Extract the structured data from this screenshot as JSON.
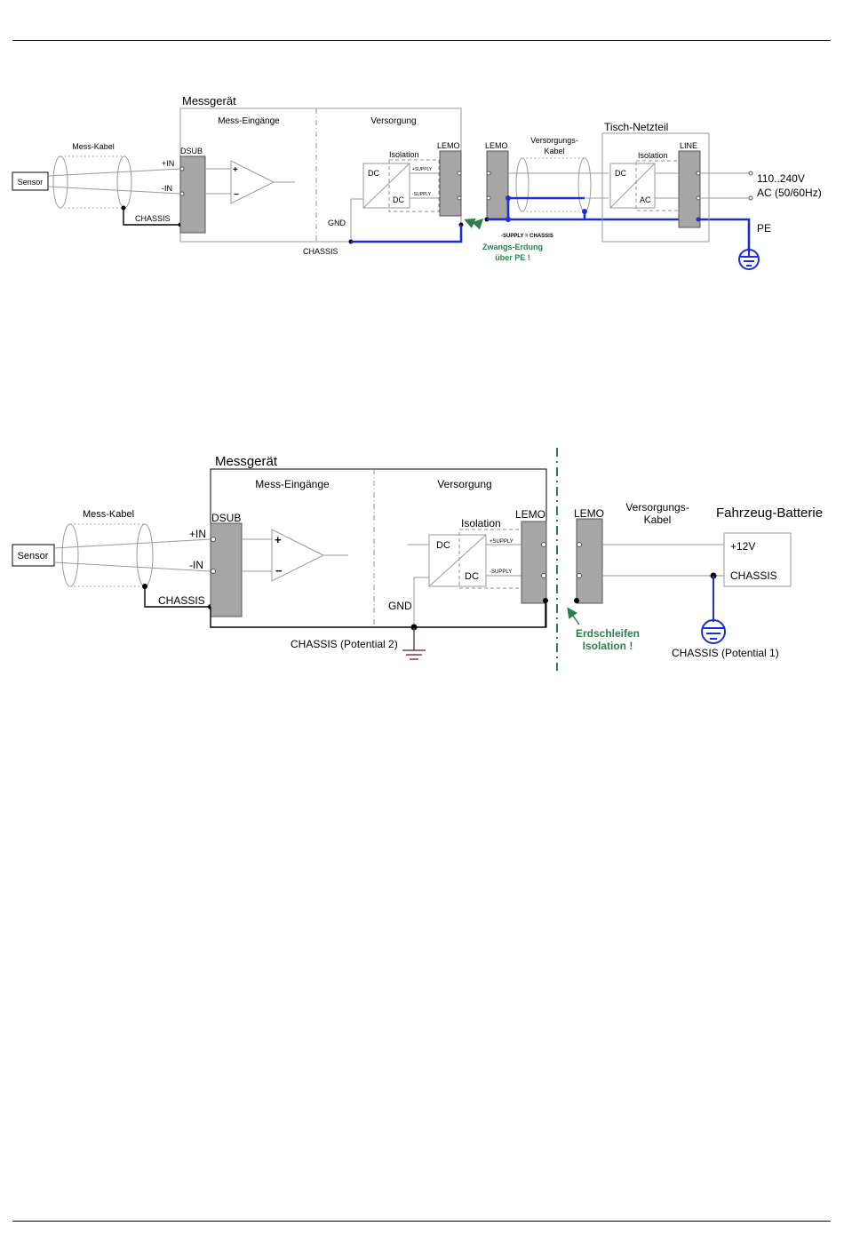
{
  "diagram1": {
    "device_title": "Messgerät",
    "inputs_section": "Mess-Eingänge",
    "supply_section": "Versorgung",
    "mess_kabel": "Mess-Kabel",
    "sensor": "Sensor",
    "dsub": "DSUB",
    "plus_in": "+IN",
    "minus_in": "-IN",
    "chassis": "CHASSIS",
    "isolation": "Isolation",
    "dc_top": "DC",
    "dc_bottom": "DC",
    "plus_supply": "+SUPPLY",
    "minus_supply": "-SUPPLY",
    "lemo_device": "LEMO",
    "gnd": "GND",
    "chassis_bottom": "CHASSIS",
    "lemo_cable": "LEMO",
    "supply_cable_line1": "Versorgungs-",
    "supply_cable_line2": "Kabel",
    "supply_chassis_note": "-SUPPLY = CHASSIS",
    "forced_ground_line1": "Zwangs-Erdung",
    "forced_ground_line2": "über PE !",
    "psu_title": "Tisch-Netzteil",
    "psu_isolation": "Isolation",
    "psu_dc": "DC",
    "psu_ac": "AC",
    "line": "LINE",
    "voltage": "110..240V",
    "ac_freq": "AC (50/60Hz)",
    "pe": "PE"
  },
  "diagram2": {
    "device_title": "Messgerät",
    "inputs_section": "Mess-Eingänge",
    "supply_section": "Versorgung",
    "mess_kabel": "Mess-Kabel",
    "sensor": "Sensor",
    "dsub": "DSUB",
    "plus_in": "+IN",
    "minus_in": "-IN",
    "chassis": "CHASSIS",
    "isolation": "Isolation",
    "dc_top": "DC",
    "dc_bottom": "DC",
    "plus_supply": "+SUPPLY",
    "minus_supply": "-SUPPLY",
    "lemo_device": "LEMO",
    "gnd": "GND",
    "chassis_potential2": "CHASSIS (Potential 2)",
    "lemo_cable": "LEMO",
    "supply_cable_line1": "Versorgungs-",
    "supply_cable_line2": "Kabel",
    "battery_title": "Fahrzeug-Batterie",
    "plus_12v": "+12V",
    "battery_chassis": "CHASSIS",
    "ground_loop_line1": "Erdschleifen",
    "ground_loop_line2": "Isolation !",
    "chassis_potential1": "CHASSIS (Potential 1)"
  },
  "colors": {
    "blue_wire": "#1a2fd6",
    "green_note": "#2e7d4f",
    "connector_fill": "#a6a6a6",
    "ground_purple": "#7a3a5a"
  }
}
